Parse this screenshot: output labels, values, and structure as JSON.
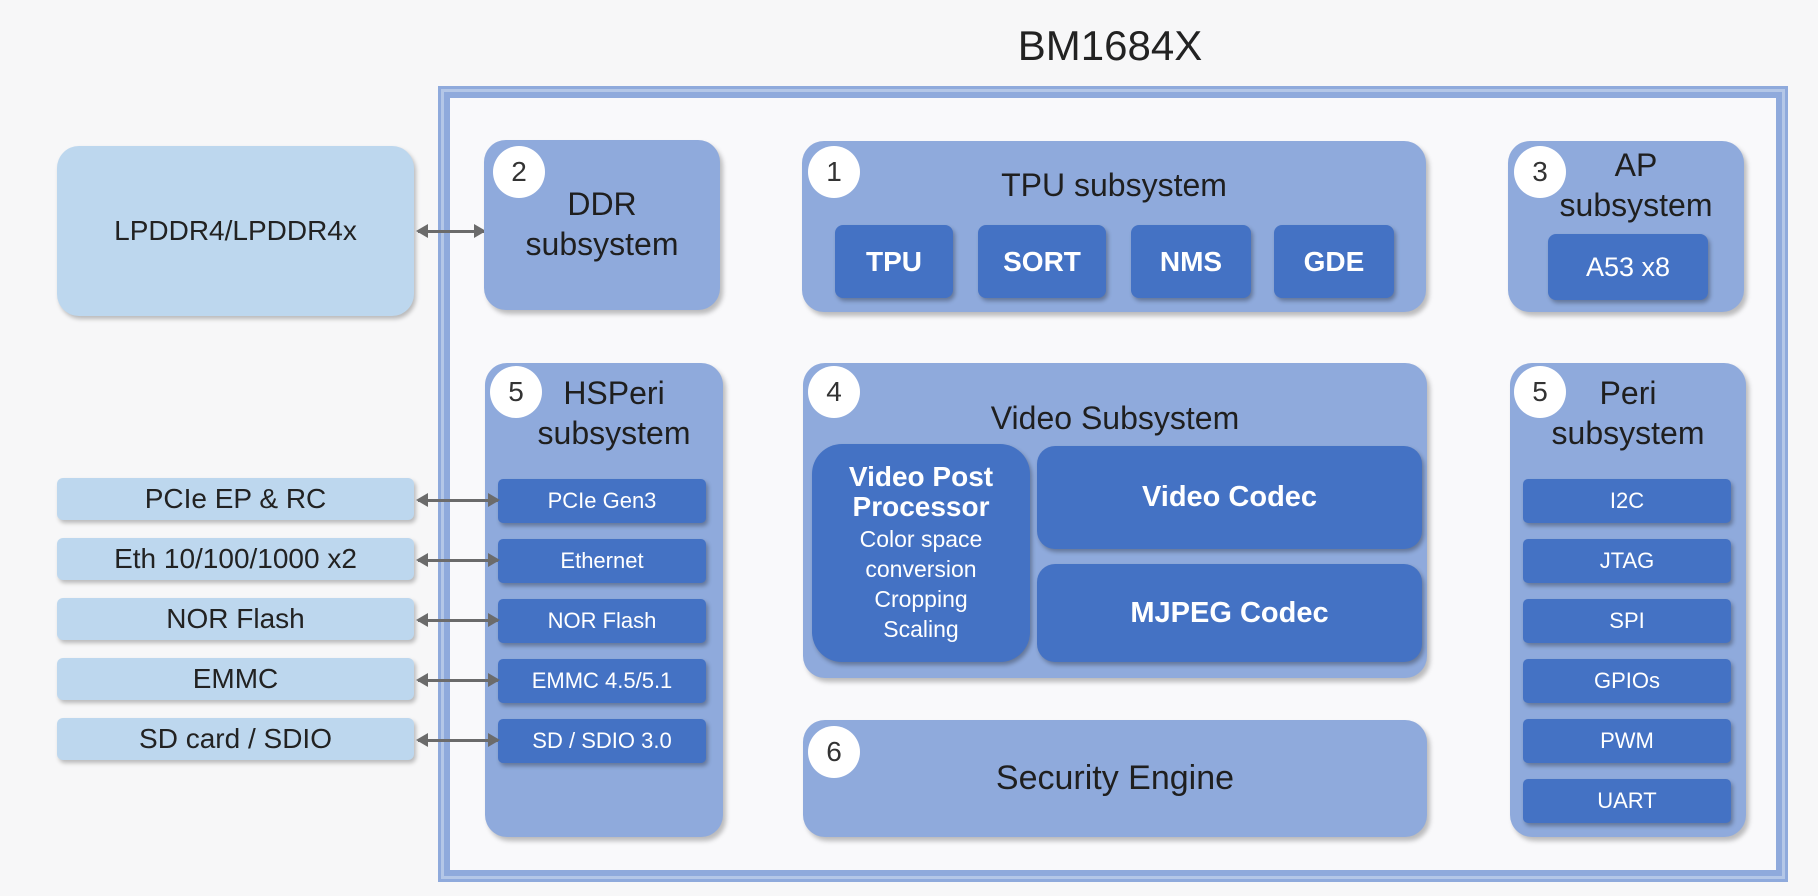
{
  "title": "BM1684X",
  "external": {
    "lpddr": "LPDDR4/LPDDR4x",
    "items": [
      "PCIe EP & RC",
      "Eth 10/100/1000 x2",
      "NOR Flash",
      "EMMC",
      "SD card / SDIO"
    ]
  },
  "ddr": {
    "num": "2",
    "title_line1": "DDR",
    "title_line2": "subsystem"
  },
  "tpu": {
    "num": "1",
    "title": "TPU subsystem",
    "blocks": [
      "TPU",
      "SORT",
      "NMS",
      "GDE"
    ]
  },
  "ap": {
    "num": "3",
    "title_line1": "AP",
    "title_line2": "subsystem",
    "block": "A53 x8"
  },
  "hsperi": {
    "num": "5",
    "title_line1": "HSPeri",
    "title_line2": "subsystem",
    "blocks": [
      "PCIe Gen3",
      "Ethernet",
      "NOR Flash",
      "EMMC 4.5/5.1",
      "SD / SDIO 3.0"
    ]
  },
  "video": {
    "num": "4",
    "title": "Video Subsystem",
    "vpp_line1": "Video Post",
    "vpp_line2": "Processor",
    "vpp_details": [
      "Color space",
      "conversion",
      "Cropping",
      "Scaling"
    ],
    "codec": "Video Codec",
    "mjpeg": "MJPEG Codec"
  },
  "peri": {
    "num": "5",
    "title_line1": "Peri",
    "title_line2": "subsystem",
    "blocks": [
      "I2C",
      "JTAG",
      "SPI",
      "GPIOs",
      "PWM",
      "UART"
    ]
  },
  "security": {
    "num": "6",
    "title": "Security Engine"
  },
  "colors": {
    "frame": "#8faadc",
    "subsystem": "#8faadc",
    "block": "#4472c4",
    "external": "#bdd7ee"
  }
}
